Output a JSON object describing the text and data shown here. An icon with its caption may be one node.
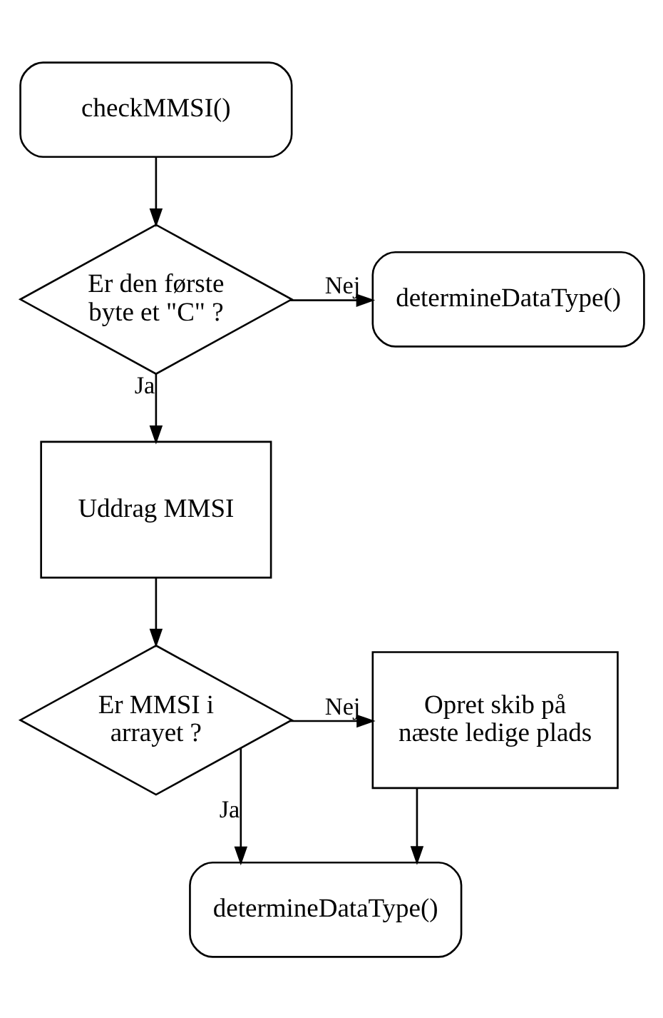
{
  "diagram": {
    "nodes": [
      {
        "text": [
          "checkMMSI()"
        ]
      },
      {
        "text": [
          "Er den første byte et \"C\" ?"
        ]
      },
      {
        "text": [
          "determineDataType()"
        ]
      },
      {
        "text": [
          "Uddrag MMSI"
        ]
      },
      {
        "text": [
          "Er MMSI i arrayet ?"
        ]
      },
      {
        "text": [
          "Opret skib på næste ledige plads"
        ]
      },
      {
        "text": [
          "determineDataType()"
        ]
      }
    ],
    "edges": [
      {
        "from": 0,
        "to": 1,
        "arrow": "to"
      },
      {
        "from": 1,
        "to": 2,
        "arrow": "to",
        "label": "Nej"
      },
      {
        "from": 1,
        "to": 3,
        "arrow": "to",
        "label": "Ja"
      },
      {
        "from": 3,
        "to": 4,
        "arrow": "to"
      },
      {
        "from": 4,
        "to": 5,
        "arrow": "to",
        "label": "Nej"
      },
      {
        "from": 4,
        "to": 6,
        "arrow": "to",
        "label": "Ja"
      },
      {
        "from": 5,
        "to": 6,
        "arrow": "to"
      }
    ]
  }
}
